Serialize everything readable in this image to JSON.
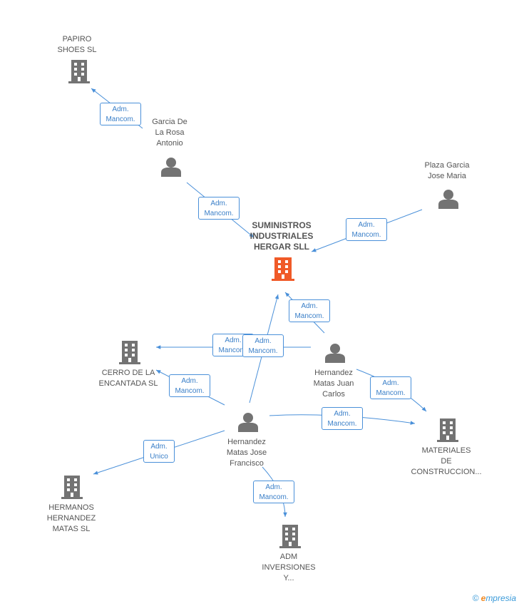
{
  "colors": {
    "edge": "#4a90d9",
    "node_gray": "#737373",
    "center_orange": "#f05a28",
    "label_text": "#555555"
  },
  "nodes": {
    "papiro": {
      "label": "PAPIRO\nSHOES  SL",
      "icon": "building-icon"
    },
    "garcia": {
      "label": "Garcia De\nLa Rosa\nAntonio",
      "icon": "person-icon"
    },
    "plaza": {
      "label": "Plaza Garcia\nJose Maria",
      "icon": "person-icon"
    },
    "center": {
      "label": "SUMINISTROS\nINDUSTRIALES\nHERGAR SLL",
      "icon": "building-icon"
    },
    "cerro": {
      "label": "CERRO DE LA\nENCANTADA SL",
      "icon": "building-icon"
    },
    "hmjc": {
      "label": "Hernandez\nMatas Juan\nCarlos",
      "icon": "person-icon"
    },
    "hmjf": {
      "label": "Hernandez\nMatas Jose\nFrancisco",
      "icon": "person-icon"
    },
    "materiales": {
      "label": "MATERIALES\nDE\nCONSTRUCCION...",
      "icon": "building-icon"
    },
    "hermanos": {
      "label": "HERMANOS\nHERNANDEZ\nMATAS SL",
      "icon": "building-icon"
    },
    "adm_inv": {
      "label": "ADM\nINVERSIONES\nY...",
      "icon": "building-icon"
    }
  },
  "edge_labels": {
    "garcia_papiro": "Adm.\nMancom.",
    "garcia_center": "Adm.\nMancom.",
    "plaza_center": "Adm.\nMancom.",
    "hmjc_center": "Adm.\nMancom.",
    "hmjc_cerro": "Adm.\nMancom.",
    "hmjf_center": "Adm.\nMancom.",
    "hmjf_cerro": "Adm.\nMancom.",
    "hmjc_materiales": "Adm.\nMancom.",
    "hmjf_materiales": "Adm.\nMancom.",
    "hmjf_hermanos": "Adm.\nUnico",
    "hmjf_adm": "Adm.\nMancom."
  },
  "footer": {
    "copyright": "©",
    "brand_e": "e",
    "brand_rest": "mpresia"
  }
}
